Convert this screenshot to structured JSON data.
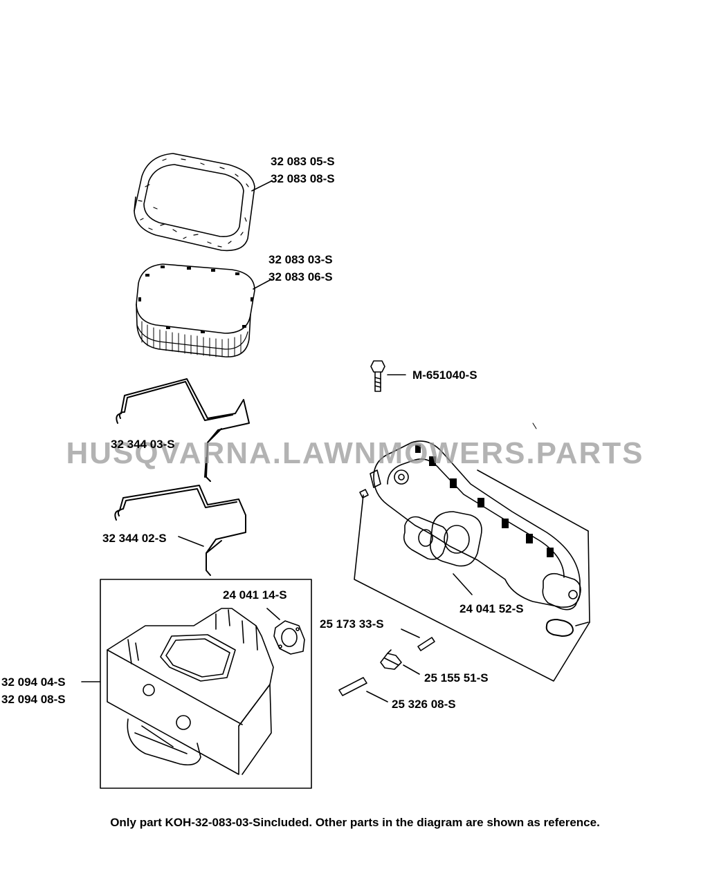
{
  "labels": {
    "filter_wrap": [
      "32 083 05-S",
      "32 083 08-S"
    ],
    "filter_element": [
      "32 083 03-S",
      "32 083 06-S"
    ],
    "bracket_upper": "32 344 03-S",
    "bracket_lower": "32 344 02-S",
    "bolt": "M-651040-S",
    "base_gasket": "24 041 14-S",
    "air_base": [
      "32 094 04-S",
      "32 094 08-S"
    ],
    "pin_upper": "25 173 33-S",
    "clip": "25 155 51-S",
    "pin_lower": "25 326 08-S",
    "manifold": "24 041 52-S"
  },
  "watermark": "HUSQVARNA.LAWNMOWERS.PARTS",
  "note": "Only part KOH-32-083-03-Sincluded. Other parts in the diagram are shown as reference.",
  "colors": {
    "ink": "#000000",
    "watermark": "#9a9a9a",
    "background": "#ffffff"
  }
}
